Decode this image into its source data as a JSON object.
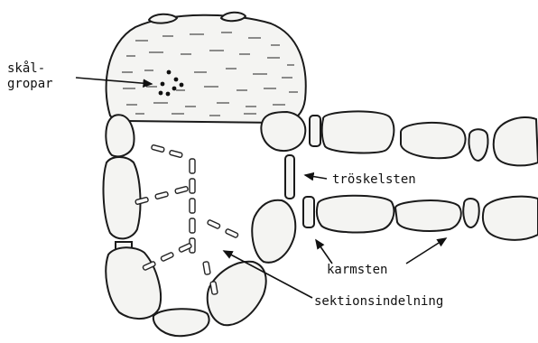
{
  "labels": {
    "cup_marks": [
      "skål-",
      "gropar"
    ],
    "threshold_stone": "tröskelsten",
    "door_stones": "karmsten",
    "section_division": "sektionsindelning"
  }
}
